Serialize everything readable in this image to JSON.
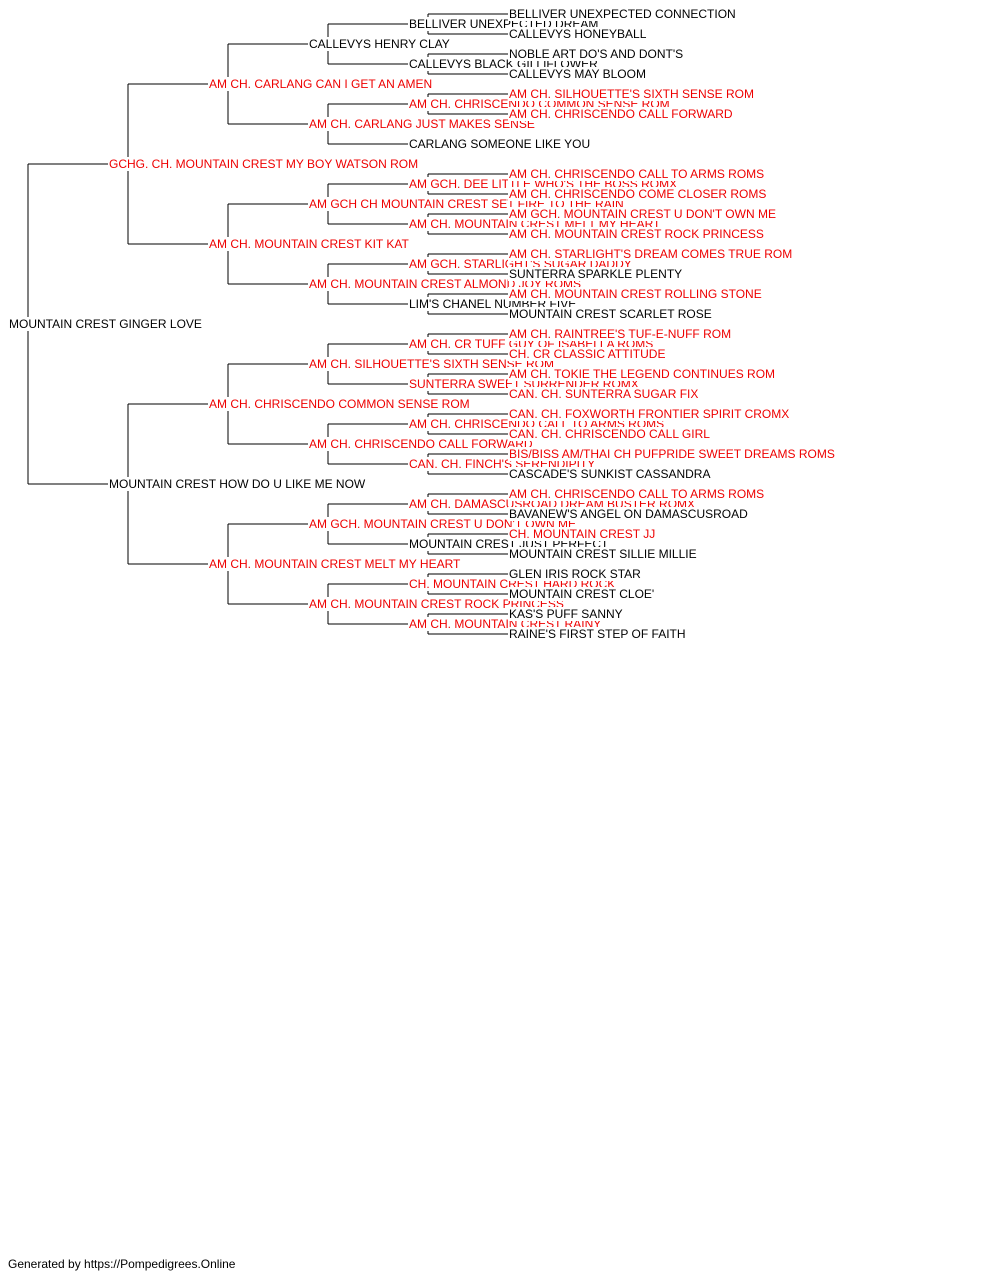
{
  "colors": {
    "titled": "#ee0000",
    "plain": "#000000",
    "lines": "#000000"
  },
  "footer": "Generated by https://Pompedigrees.Online",
  "pedigree": {
    "name": "MOUNTAIN CREST GINGER LOVE",
    "titled": false,
    "sire": {
      "name": "GCHG. CH. MOUNTAIN CREST MY BOY WATSON ROM",
      "titled": true,
      "sire": {
        "name": "AM CH. CARLANG CAN I GET AN AMEN",
        "titled": true,
        "sire": {
          "name": "CALLEVYS HENRY CLAY",
          "titled": false,
          "sire": {
            "name": "BELLIVER UNEXPECTED DREAM",
            "titled": false,
            "sire": {
              "name": "BELLIVER UNEXPECTED CONNECTION",
              "titled": false
            },
            "dam": {
              "name": "CALLEVYS HONEYBALL",
              "titled": false
            }
          },
          "dam": {
            "name": "CALLEVYS BLACK GILLIFLOWER",
            "titled": false,
            "sire": {
              "name": "NOBLE ART DO'S AND DONT'S",
              "titled": false
            },
            "dam": {
              "name": "CALLEVYS MAY BLOOM",
              "titled": false
            }
          }
        },
        "dam": {
          "name": "AM CH. CARLANG JUST MAKES SENSE",
          "titled": true,
          "sire": {
            "name": "AM CH. CHRISCENDO COMMON SENSE ROM",
            "titled": true,
            "sire": {
              "name": "AM CH. SILHOUETTE'S SIXTH SENSE ROM",
              "titled": true
            },
            "dam": {
              "name": "AM CH. CHRISCENDO CALL FORWARD",
              "titled": true
            }
          },
          "dam": {
            "name": "CARLANG SOMEONE LIKE YOU",
            "titled": false
          }
        }
      },
      "dam": {
        "name": "AM CH. MOUNTAIN CREST KIT KAT",
        "titled": true,
        "sire": {
          "name": "AM GCH CH MOUNTAIN CREST SET FIRE TO THE RAIN",
          "titled": true,
          "sire": {
            "name": "AM GCH. DEE LITTLE WHO'S THE BOSS ROMX",
            "titled": true,
            "sire": {
              "name": "AM CH. CHRISCENDO CALL TO ARMS ROMS",
              "titled": true
            },
            "dam": {
              "name": "AM CH. CHRISCENDO COME CLOSER ROMS",
              "titled": true
            }
          },
          "dam": {
            "name": "AM CH. MOUNTAIN CREST MELT MY HEART",
            "titled": true,
            "sire": {
              "name": "AM GCH. MOUNTAIN CREST U DON'T OWN ME",
              "titled": true
            },
            "dam": {
              "name": "AM CH. MOUNTAIN CREST ROCK PRINCESS",
              "titled": true
            }
          }
        },
        "dam": {
          "name": "AM CH. MOUNTAIN CREST ALMOND JOY ROMS",
          "titled": true,
          "sire": {
            "name": "AM GCH. STARLIGHT'S SUGAR DADDY",
            "titled": true,
            "sire": {
              "name": "AM CH. STARLIGHT'S DREAM COMES TRUE ROM",
              "titled": true
            },
            "dam": {
              "name": "SUNTERRA SPARKLE PLENTY",
              "titled": false
            }
          },
          "dam": {
            "name": "LIM'S CHANEL NUMBER FIVE",
            "titled": false,
            "sire": {
              "name": "AM CH. MOUNTAIN CREST ROLLING STONE",
              "titled": true
            },
            "dam": {
              "name": "MOUNTAIN CREST SCARLET ROSE",
              "titled": false
            }
          }
        }
      }
    },
    "dam": {
      "name": "MOUNTAIN CREST HOW DO U LIKE ME NOW",
      "titled": false,
      "sire": {
        "name": "AM CH. CHRISCENDO COMMON SENSE ROM",
        "titled": true,
        "sire": {
          "name": "AM CH. SILHOUETTE'S SIXTH SENSE ROM",
          "titled": true,
          "sire": {
            "name": "AM CH. CR TUFF GUY OF ISABELLA ROMS",
            "titled": true,
            "sire": {
              "name": "AM CH. RAINTREE'S TUF-E-NUFF ROM",
              "titled": true
            },
            "dam": {
              "name": "CH. CR CLASSIC ATTITUDE",
              "titled": true
            }
          },
          "dam": {
            "name": "SUNTERRA SWEET SURRENDER ROMX",
            "titled": true,
            "sire": {
              "name": "AM CH. TOKIE THE LEGEND CONTINUES ROM",
              "titled": true
            },
            "dam": {
              "name": "CAN. CH. SUNTERRA SUGAR FIX",
              "titled": true
            }
          }
        },
        "dam": {
          "name": "AM CH. CHRISCENDO CALL FORWARD",
          "titled": true,
          "sire": {
            "name": "AM CH. CHRISCENDO CALL TO ARMS ROMS",
            "titled": true,
            "sire": {
              "name": "CAN. CH. FOXWORTH FRONTIER SPIRIT CROMX",
              "titled": true
            },
            "dam": {
              "name": "CAN. CH. CHRISCENDO CALL GIRL",
              "titled": true
            }
          },
          "dam": {
            "name": "CAN. CH. FINCH'S SERENDIPITY",
            "titled": true,
            "sire": {
              "name": "BIS/BISS AM/THAI CH PUFPRIDE SWEET DREAMS ROMS",
              "titled": true
            },
            "dam": {
              "name": "CASCADE'S SUNKIST CASSANDRA",
              "titled": false
            }
          }
        }
      },
      "dam": {
        "name": "AM CH. MOUNTAIN CREST MELT MY HEART",
        "titled": true,
        "sire": {
          "name": "AM GCH. MOUNTAIN CREST U DON'T OWN ME",
          "titled": true,
          "sire": {
            "name": "AM CH. DAMASCUSROAD DREAM BUSTER ROMX",
            "titled": true,
            "sire": {
              "name": "AM CH. CHRISCENDO CALL TO ARMS ROMS",
              "titled": true
            },
            "dam": {
              "name": "BAVANEW'S ANGEL ON DAMASCUSROAD",
              "titled": false
            }
          },
          "dam": {
            "name": "MOUNTAIN CREST JUST PERFECT",
            "titled": false,
            "sire": {
              "name": "CH. MOUNTAIN CREST JJ",
              "titled": true
            },
            "dam": {
              "name": "MOUNTAIN CREST SILLIE MILLIE",
              "titled": false
            }
          }
        },
        "dam": {
          "name": "AM CH. MOUNTAIN CREST ROCK PRINCESS",
          "titled": true,
          "sire": {
            "name": "CH. MOUNTAIN CREST HARD ROCK",
            "titled": true,
            "sire": {
              "name": "GLEN IRIS ROCK STAR",
              "titled": false
            },
            "dam": {
              "name": "MOUNTAIN CREST CLOE'",
              "titled": false
            }
          },
          "dam": {
            "name": "AM CH. MOUNTAIN CREST RAINY",
            "titled": true,
            "sire": {
              "name": "KAS'S PUFF SANNY",
              "titled": false
            },
            "dam": {
              "name": "RAINE'S FIRST STEP OF FAITH",
              "titled": false
            }
          }
        }
      }
    }
  }
}
